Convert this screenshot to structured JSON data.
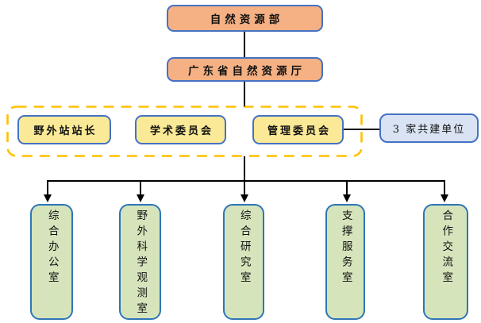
{
  "org_chart": {
    "type": "organization-chart",
    "top_level": {
      "label": "自然资源部"
    },
    "second_level": {
      "label": "广东省自然资源厅"
    },
    "management_group": {
      "items": [
        {
          "label": "野外站站长"
        },
        {
          "label": "学术委员会"
        },
        {
          "label": "管理委员会"
        }
      ]
    },
    "partner": {
      "label": "3 家共建单位"
    },
    "departments": [
      {
        "label": "综合办公室"
      },
      {
        "label": "野外科学观测室"
      },
      {
        "label": "综合研究室"
      },
      {
        "label": "支撑服务室"
      },
      {
        "label": "合作交流室"
      }
    ],
    "colors": {
      "ministry_fill": "#F5B183",
      "committee_fill": "#FAE996",
      "partner_fill": "#DAE3F3",
      "department_fill": "#D6E4BC",
      "box_border_blue": "#4472C4",
      "department_border_blue": "#2E75B6",
      "dashed_group_border": "#FFC000",
      "connector_color": "#000000"
    }
  }
}
